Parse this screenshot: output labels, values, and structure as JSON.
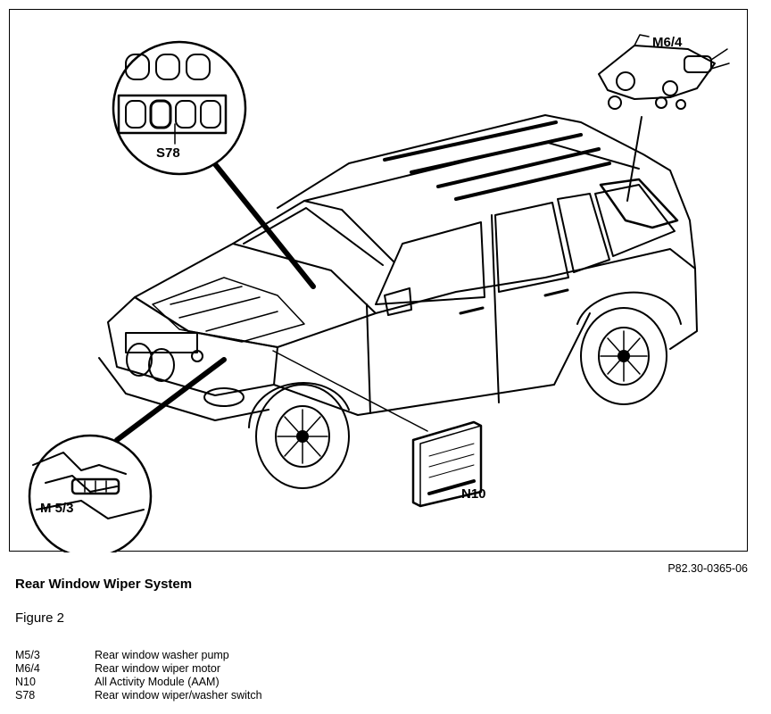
{
  "callouts": {
    "s78": "S78",
    "m64": "M6/4",
    "n10": "N10",
    "m53": "M 5/3"
  },
  "reference": "P82.30-0365-06",
  "title": "Rear Window Wiper System",
  "figure": "Figure 2",
  "legend": [
    {
      "code": "M5/3",
      "desc": "Rear window washer pump"
    },
    {
      "code": "M6/4",
      "desc": "Rear window wiper motor"
    },
    {
      "code": "N10",
      "desc": "All Activity Module (AAM)"
    },
    {
      "code": "S78",
      "desc": "Rear window wiper/washer switch"
    }
  ]
}
